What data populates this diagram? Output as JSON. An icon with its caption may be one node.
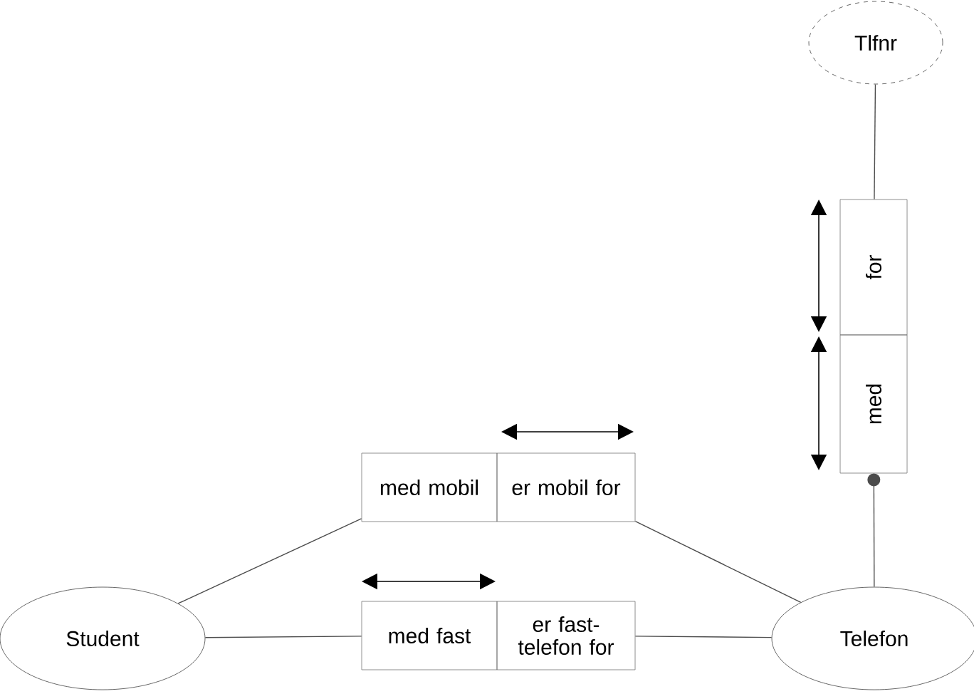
{
  "diagram": {
    "nodes": [
      {
        "text": [
          "Tlfnr"
        ]
      },
      {
        "text": [
          "for"
        ]
      },
      {
        "text": [
          "med"
        ]
      },
      {
        "text": [
          "med mobil"
        ]
      },
      {
        "text": [
          "er mobil for"
        ]
      },
      {
        "text": [
          "med fast"
        ]
      },
      {
        "text": [
          "er fast-telefon for"
        ]
      },
      {
        "text": [
          "Student"
        ]
      },
      {
        "text": [
          "Telefon"
        ]
      }
    ],
    "edges": [
      {
        "from": 0,
        "to": 1,
        "arrow": "none"
      },
      {
        "from": 2,
        "to": 8,
        "arrow": "other"
      },
      {
        "from": 7,
        "to": 3,
        "arrow": "none"
      },
      {
        "from": 4,
        "to": 8,
        "arrow": "none"
      },
      {
        "from": 7,
        "to": 5,
        "arrow": "none"
      },
      {
        "from": 6,
        "to": 8,
        "arrow": "none"
      }
    ]
  }
}
